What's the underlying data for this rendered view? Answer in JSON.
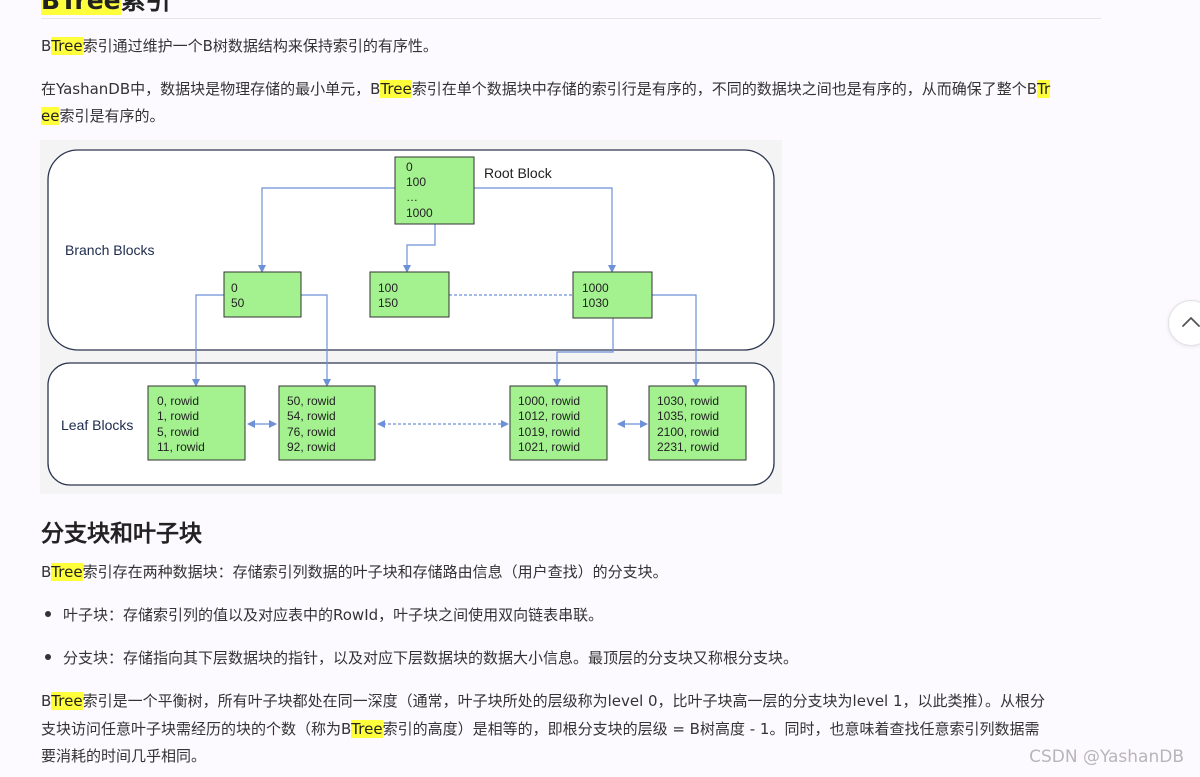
{
  "section1": {
    "title_hl": "BTree",
    "title_rest": "索引"
  },
  "para1": {
    "pre": "B",
    "hl": "Tree",
    "post": "索引通过维护一个B树数据结构来保持索引的有序性。"
  },
  "para2": {
    "pre": "在YashanDB中，数据块是物理存储的最小单元，B",
    "hl1": "Tree",
    "mid": "索引在单个数据块中存储的索引行是有序的，不同的数据块之间也是有序的，从而确保了整个B",
    "hl2a": "Tr",
    "hl2b": "ee",
    "post": "索引是有序的。"
  },
  "diagram": {
    "root_label": "Root Block",
    "branch_label": "Branch Blocks",
    "leaf_label": "Leaf Blocks",
    "root_lines": [
      "0",
      "100",
      "…",
      "1000"
    ],
    "branches": [
      [
        "0",
        "50"
      ],
      [
        "100",
        "150"
      ],
      [
        "1000",
        "1030"
      ]
    ],
    "leaves": [
      [
        "0, rowid",
        "1, rowid",
        "5, rowid",
        "11, rowid"
      ],
      [
        "50, rowid",
        "54, rowid",
        "76, rowid",
        "92, rowid"
      ],
      [
        "1000, rowid",
        "1012, rowid",
        "1019, rowid",
        "1021, rowid"
      ],
      [
        "1030, rowid",
        "1035, rowid",
        "2100, rowid",
        "2231, rowid"
      ]
    ],
    "colors": {
      "block_fill": "#a4f190",
      "line": "#6d90d6",
      "frame": "#2c3650"
    }
  },
  "section2": {
    "title": "分支块和叶子块"
  },
  "para3": {
    "pre": "B",
    "hl": "Tree",
    "post": "索引存在两种数据块：存储索引列数据的叶子块和存储路由信息（用户查找）的分支块。"
  },
  "bullets": [
    "叶子块：存储索引列的值以及对应表中的RowId，叶子块之间使用双向链表串联。",
    "分支块：存储指向其下层数据块的指针，以及对应下层数据块的数据大小信息。最顶层的分支块又称根分支块。"
  ],
  "para4": {
    "line1_pre": "B",
    "line1_hl": "Tree",
    "line1_post": "索引是一个平衡树，所有叶子块都处在同一深度（通常，叶子块所处的层级称为level 0，比叶子块高一层的分支块为level 1，以此类推）。从根分",
    "line2_pre": "支块访问任意叶子块需经历的块的个数（称为B",
    "line2_hl": "Tree",
    "line2_post": "索引的高度）是相等的，即根分支块的层级 = B树高度 - 1。同时，也意味着查找任意索引列数据需",
    "line3": "要消耗的时间几乎相同。"
  },
  "watermark": "CSDN @YashanDB",
  "scroll_icon": "chevron-up-icon"
}
